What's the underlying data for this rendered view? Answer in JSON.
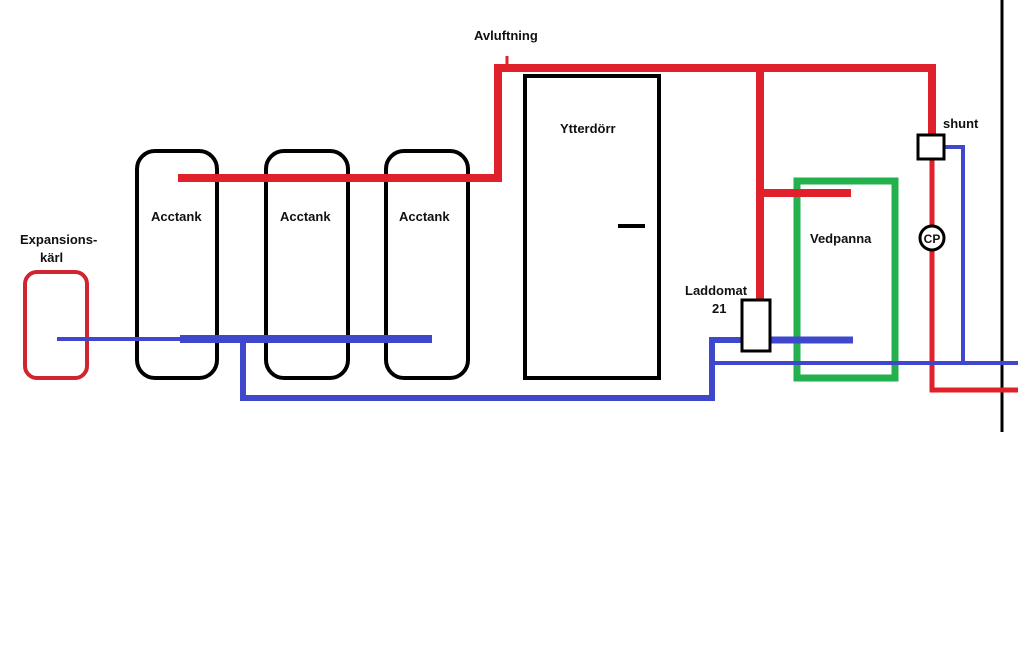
{
  "colors": {
    "hot": "#e0202a",
    "cold": "#3f48cc",
    "boiler": "#22b14c",
    "outline": "#000000"
  },
  "labels": {
    "avluftning": "Avluftning",
    "ytterdorr": "Ytterdörr",
    "acctank_1": "Acctank",
    "acctank_2": "Acctank",
    "acctank_3": "Acctank",
    "expansion_line1": "Expansions-",
    "expansion_line2": "kärl",
    "laddomat_line1": "Laddomat",
    "laddomat_line2": "21",
    "vedpanna": "Vedpanna",
    "shunt": "shunt",
    "cp": "CP"
  }
}
